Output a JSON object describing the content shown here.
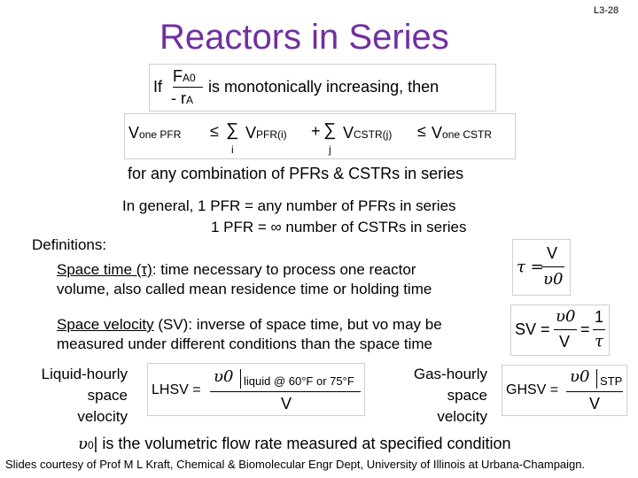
{
  "slide": {
    "number": "L3-28",
    "title": "Reactors in Series"
  },
  "condition": {
    "prefix": "If",
    "fraction_num": "F",
    "fraction_num_sub": "A0",
    "fraction_den": "- r",
    "fraction_den_sub": "A",
    "suffix": "is monotonically increasing, then"
  },
  "inequality": {
    "v_one_pfr": "V",
    "v_one_pfr_sub": "one PFR",
    "leq1": "≤",
    "sum1": "∑",
    "sum1_index": "i",
    "v_pfr": "V",
    "v_pfr_sub": "PFR(i)",
    "plus": "+",
    "sum2": "∑",
    "sum2_index": "j",
    "v_cstr": "V",
    "v_cstr_sub": "CSTR(j)",
    "leq2": "≤",
    "v_one_cstr": "V",
    "v_one_cstr_sub": "one CSTR"
  },
  "combo_text": "for any combination of PFRs & CSTRs in series",
  "general_line1": "In general, 1 PFR = any number of PFRs in series",
  "general_line2": "1 PFR = ∞ number of CSTRs in series",
  "definitions_label": "Definitions:",
  "space_time": {
    "term": "Space time (τ)",
    "rest_line1": ": time necessary to process one reactor",
    "line2": "volume, also called mean residence time or holding time",
    "formula": {
      "lhs": "τ =",
      "num": "V",
      "den": "υ0"
    }
  },
  "space_velocity": {
    "term": "Space velocity",
    "rest_line1": " (SV): inverse of space time, but vo may be",
    "line2": "measured under different conditions than the space time",
    "formula": {
      "lhs": "SV =",
      "num1": "υ0",
      "den1": "V",
      "eq": "=",
      "num2": "1",
      "den2": "τ"
    }
  },
  "liquid_hourly": {
    "label_lines": [
      "Liquid-hourly",
      "space",
      "velocity"
    ],
    "formula": {
      "lhs": "LHSV =",
      "num": "υ0",
      "num_cond": "liquid @ 60°F or 75°F",
      "den": "V"
    }
  },
  "gas_hourly": {
    "label_lines": [
      "Gas-hourly",
      "space",
      "velocity"
    ],
    "formula": {
      "lhs": "GHSV =",
      "num": "υ0",
      "num_cond": "STP",
      "den": "V"
    }
  },
  "v0_note": {
    "symbol": "υ",
    "symbol_sub": "0",
    "text": "| is the volumetric flow rate measured at specified condition"
  },
  "footer": "Slides courtesy of Prof M L Kraft, Chemical & Biomolecular Engr Dept, University of Illinois at Urbana-Champaign.",
  "colors": {
    "title": "#7030a0",
    "text": "#000000",
    "box_border": "#cfcfcf"
  }
}
